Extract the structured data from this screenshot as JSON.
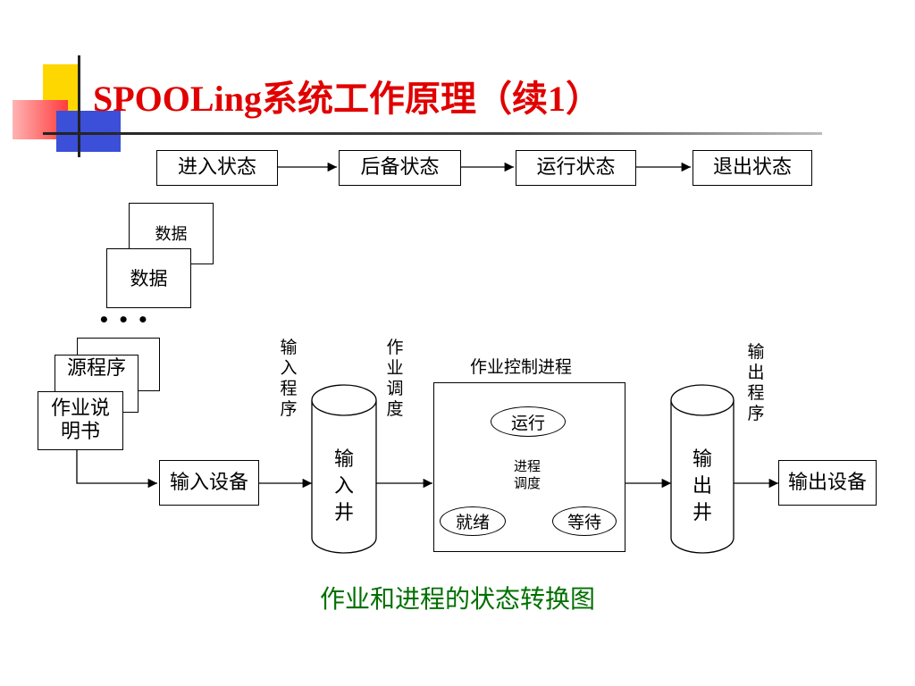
{
  "slide": {
    "title": "SPOOLing系统工作原理（续1）",
    "caption": "作业和进程的状态转换图"
  },
  "job_states": [
    "进入状态",
    "后备状态",
    "运行状态",
    "退出状态"
  ],
  "inputs": {
    "data_back": "数据",
    "data_front": "数据",
    "ellipsis": "• • •",
    "source_program": "源程序",
    "job_manual": "作业说明书"
  },
  "devices": {
    "input_device": "输入设备",
    "output_device": "输出设备"
  },
  "wells": {
    "input_well": "输入井",
    "output_well": "输出井"
  },
  "program_labels": {
    "input_program": "输入程序",
    "job_scheduling": "作业调度",
    "output_program": "输出程序"
  },
  "job_control": {
    "title": "作业控制进程",
    "running": "运行",
    "ready": "就绪",
    "waiting": "等待",
    "process_scheduling": "进程调度"
  },
  "colors": {
    "title": "#e00000",
    "caption": "#007000",
    "deco_yellow": "#ffd700",
    "deco_red": "#ff4d4d",
    "deco_blue": "#3b4fd8"
  }
}
